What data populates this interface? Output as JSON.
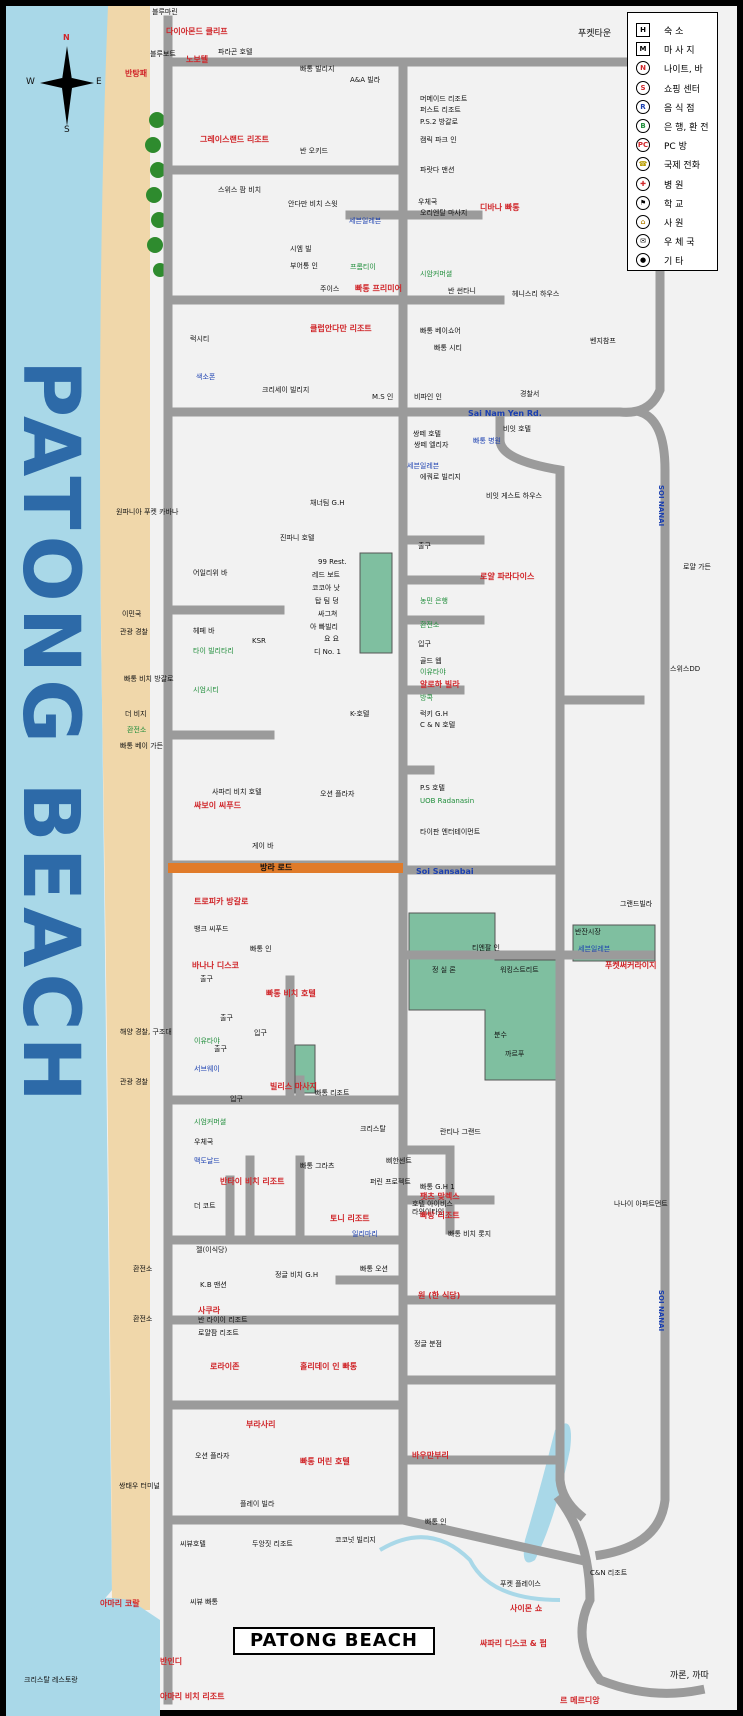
{
  "title": "PATONG BEACH",
  "big_title": "PATONG BEACH",
  "compass": {
    "n": "N",
    "e": "E",
    "s": "S",
    "w": "W"
  },
  "legend": [
    {
      "icon": "H",
      "label": "숙 소"
    },
    {
      "icon": "M",
      "label": "마 사 지"
    },
    {
      "icon": "N",
      "label": "나이트, 바"
    },
    {
      "icon": "S",
      "label": "쇼핑 센터"
    },
    {
      "icon": "R",
      "label": "음 식 점"
    },
    {
      "icon": "B",
      "label": "은 행, 환 전"
    },
    {
      "icon": "PC",
      "label": "PC 방"
    },
    {
      "icon": "phone",
      "label": "국제 전화"
    },
    {
      "icon": "cross",
      "label": "병 원"
    },
    {
      "icon": "flag",
      "label": "학 교"
    },
    {
      "icon": "temple",
      "label": "사 원"
    },
    {
      "icon": "mail",
      "label": "우 체 국"
    },
    {
      "icon": "dot",
      "label": "기 타"
    }
  ],
  "streets": {
    "sai_nam_yen": "Sai Nam Yen Rd.",
    "soi_nanai_1": "SOI NANAI",
    "soi_nanai_2": "SOI NANAI",
    "soi_sansabai": "Soi Sansabai",
    "bangla": "방라 로드",
    "phuket_town": "푸켓타운",
    "karon_kata": "까론, 까따"
  },
  "labels": {
    "l1": "블루마린",
    "l2": "다이아몬드 클리프",
    "l3": "블루보트",
    "l4": "노보텔",
    "l5": "반탕패",
    "l6": "파라곤 호텔",
    "l7": "빠통 빌리지",
    "l8": "A&A 빌라",
    "l9": "머메이드 리조트",
    "l10": "퍼스트 리조트",
    "l11": "P.S.2 방갈로",
    "l12": "그레이스랜드 리조트",
    "l13": "반 오키드",
    "l14": "캠릭 파크 인",
    "l15": "파랏다 맨션",
    "l16": "스위스 팜 비치",
    "l17": "안다만 비치 스윗",
    "l18": "세븐일레븐",
    "l19": "우체국",
    "l20": "오리엔탈 마사지",
    "l21": "디바나 빠통",
    "l22": "시엠 빌",
    "l23": "부어통 인",
    "l24": "프롬티이",
    "l25": "시암커머셜",
    "l26": "반 썬타니",
    "l27": "헤니스리 하우스",
    "l28": "주이스",
    "l29": "빠통 프리미어",
    "l30": "럭시티",
    "l31": "클럽안다만 리조트",
    "l32": "빠통 베이쇼어",
    "l33": "벤지참프",
    "l34": "빠통 시티",
    "l35": "색소폰",
    "l36": "크리세이 빌리지",
    "l37": "M.S 인",
    "l38": "비파인 인",
    "l39": "경찰서",
    "l40": "빠통 병원",
    "l41": "비잇 호텔",
    "l42": "쌍떼 호텔",
    "l43": "쌍떼 엘리자",
    "l44": "에쿼로 빌리지",
    "l45": "세븐일레븐",
    "l46": "채너팀 G.H",
    "l47": "비잇 게스트 하우스",
    "l48": "진파니 호텔",
    "l49": "99 Rest.",
    "l50": "레드 보트",
    "l51": "코코아 낫",
    "l52": "탑 팀 덩",
    "l53": "싸그쳐",
    "l54": "아 빠빌리",
    "l55": "요 요",
    "l56": "디 No. 1",
    "l57": "로얄 파라다이스",
    "l58": "어일리위 바",
    "l59": "농민 은행",
    "l60": "환전소",
    "l61": "골드 웹",
    "l62": "이유타야",
    "l63": "알로하 빌라",
    "l64": "방콕",
    "l65": "헤페 바",
    "l66": "KSR",
    "l67": "타이 빌리타리",
    "l68": "시엄시티",
    "l69": "K-호텔",
    "l70": "럭키 G.H",
    "l71": "C & N 호텔",
    "l72": "스위스DD",
    "l73": "로얄 가든",
    "l74": "사파리 비치 호텔",
    "l75": "싸보이 씨푸드",
    "l76": "오션 플라자",
    "l77": "타이판 엔터테이먼트",
    "l78": "P.S 호텔",
    "l79": "UOB Radanasin",
    "l80": "트로피카 방갈로",
    "l81": "뱅크 씨푸드",
    "l82": "빠통 인",
    "l83": "바나나 디스코",
    "l84": "빠통 비치 호텔",
    "l85": "정 실 론",
    "l86": "반잔시장",
    "l87": "그랜드빌라",
    "l88": "세븐일레븐",
    "l89": "푸켓써커라이지",
    "l90": "까르푸",
    "l91": "이유타야",
    "l92": "서브웨이",
    "l93": "빌리스 마사지",
    "l94": "빠통 리조트",
    "l95": "시엄커머셜",
    "l96": "크리스탈",
    "l97": "우체국",
    "l98": "맥도날드",
    "l99": "반타이 비치 리조트",
    "l100": "더 코트",
    "l101": "토니 리조트",
    "l102": "빠통 비치 롯지",
    "l103": "일리마리",
    "l104": "젤(이식당)",
    "l105": "K.B 맨션",
    "l106": "사쿠라",
    "l107": "반 라이이 리조트",
    "l108": "로얄팜 리조트",
    "l109": "정글 비치 G.H",
    "l110": "빠통 오션",
    "l111": "원 (한 식당)",
    "l112": "로라이존",
    "l113": "홀리데이 인 빠통",
    "l114": "부라사리",
    "l115": "오션 플라자",
    "l116": "빠통 머린 호텔",
    "l117": "바우만부리",
    "l118": "빠통 인",
    "l119": "씨뷰 빠통",
    "l120": "아마리 코랄",
    "l121": "반인디",
    "l122": "아마리 비치 리조트",
    "l123": "C&N 리조트",
    "l124": "사이몬 쇼",
    "l125": "싸파리 디스코 & 펍",
    "l126": "르 메르디앙",
    "l127": "나나이 아파트먼트",
    "l128": "쌍태우 터미널",
    "l129": "크리스탈 레스토랑",
    "l130": "해양 경찰, 구조대",
    "l131": "관광 경찰",
    "l132": "이민국",
    "l133": "관광 경찰",
    "l134": "빠통 비치 방갈로",
    "l135": "더 비지",
    "l136": "환전소",
    "l137": "빠통 베이 가든",
    "l138": "원파니아 푸켓 카바나",
    "l139": "환전소",
    "l140": "환전소",
    "l141": "코코넛 빌리지",
    "l142": "두앙짓 리조트",
    "l143": "씨뷰호텔",
    "l144": "플레이 빌라",
    "l145": "입구",
    "l146": "출구",
    "l147": "출구",
    "l148": "입구",
    "l149": "출구",
    "l150": "입구",
    "l151": "출구",
    "l152": "워킹스트리트",
    "l153": "분수",
    "l154": "티엔팔 인",
    "l155": "삐한센트",
    "l156": "퍼린 프로젝트",
    "l157": "호텔 아이비스",
    "l158": "라와이타인",
    "l159": "란티나 그랜드",
    "l160": "빠통 G.H 1",
    "l161": "팻츠 맞렉스",
    "l162": "빠탕 리조트",
    "l163": "게이 바",
    "l164": "빠통 그라츠",
    "l165": "정글 분점",
    "l166": "푸켓 플레이스"
  },
  "colors": {
    "sea": "#a9d8e8",
    "sand": "#f0d7aa",
    "land": "#f2f2f2",
    "road": "#9b9b9b",
    "bangla": "#e07b2a",
    "park": "#7fbfa0",
    "red": "#d0262a",
    "blue": "#1a3fb0",
    "title": "#2d6aa8"
  }
}
